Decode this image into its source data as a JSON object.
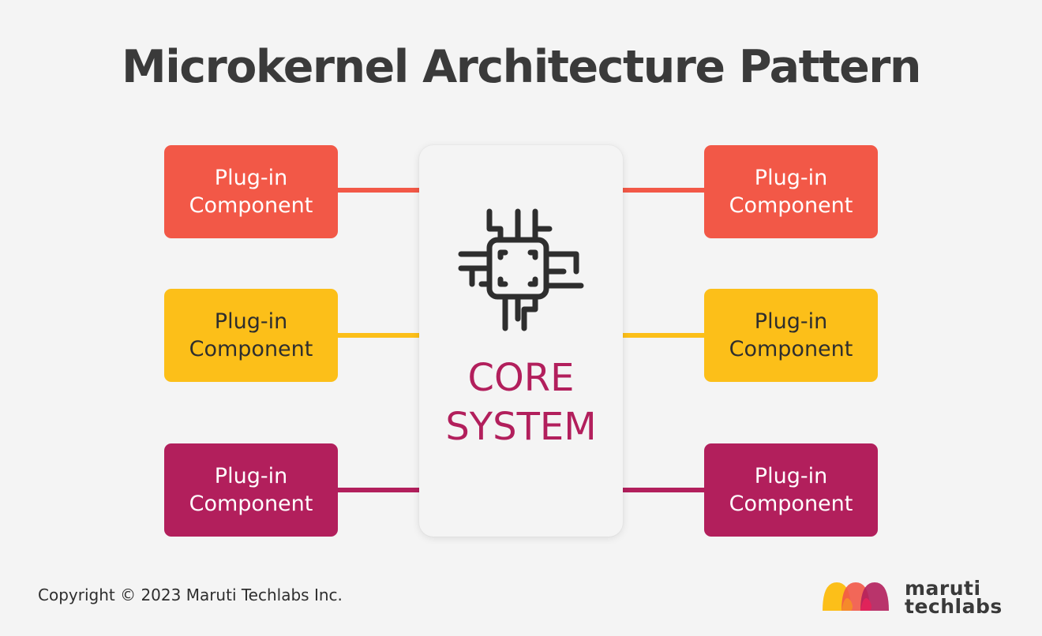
{
  "title": "Microkernel Architecture Pattern",
  "core": {
    "line1": "CORE",
    "line2": "SYSTEM",
    "icon": "cpu-chip-icon"
  },
  "plugins": [
    {
      "line1": "Plug-in",
      "line2": "Component"
    },
    {
      "line1": "Plug-in",
      "line2": "Component"
    },
    {
      "line1": "Plug-in",
      "line2": "Component"
    },
    {
      "line1": "Plug-in",
      "line2": "Component"
    },
    {
      "line1": "Plug-in",
      "line2": "Component"
    },
    {
      "line1": "Plug-in",
      "line2": "Component"
    }
  ],
  "colors": {
    "red": "#f25847",
    "yellow": "#fcbf19",
    "magenta": "#b21f5c",
    "core_text": "#b21f5c",
    "background": "#f4f4f4"
  },
  "footer": {
    "copyright": "Copyright © 2023 Maruti Techlabs Inc."
  },
  "brand": {
    "line1": "maruti",
    "line2": "techlabs",
    "logo": "maruti-techlabs-logo"
  }
}
